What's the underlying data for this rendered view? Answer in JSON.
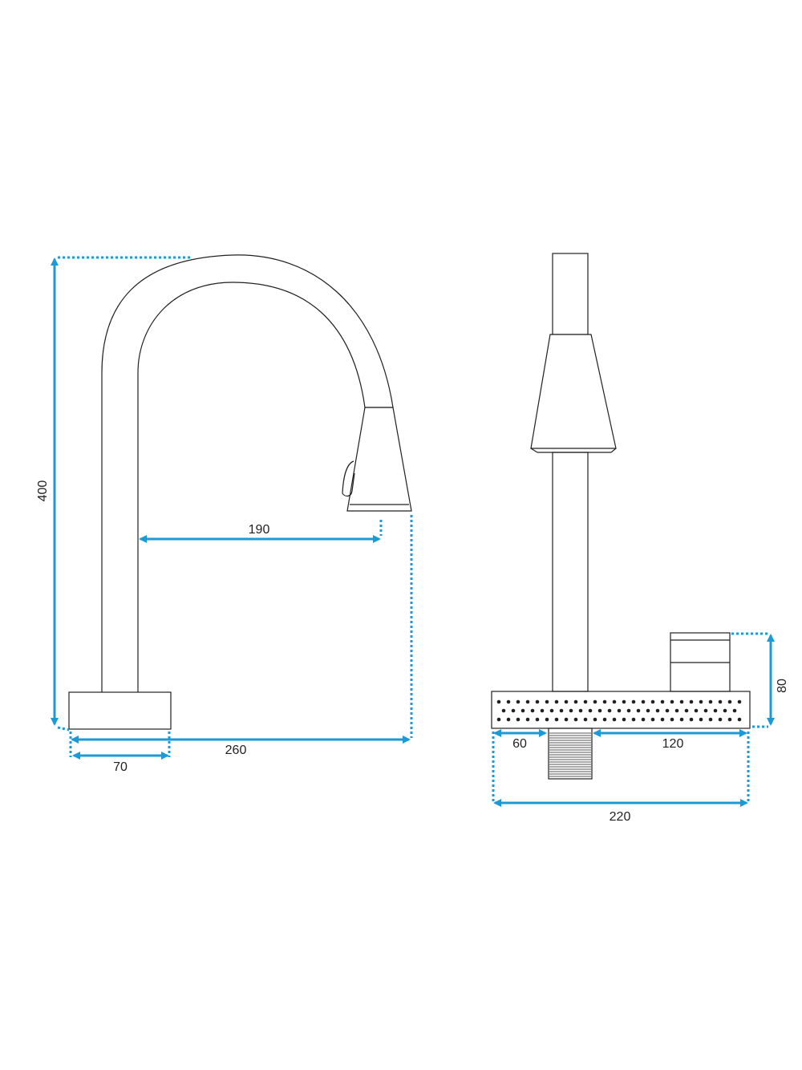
{
  "dimensions": {
    "height": "400",
    "reach": "190",
    "length": "260",
    "base_width": "70",
    "offset_left": "60",
    "offset_right": "120",
    "plate_length": "220",
    "handle_height": "80"
  },
  "colors": {
    "dimension_line": "#1b9ad6",
    "outline": "#231f20"
  }
}
